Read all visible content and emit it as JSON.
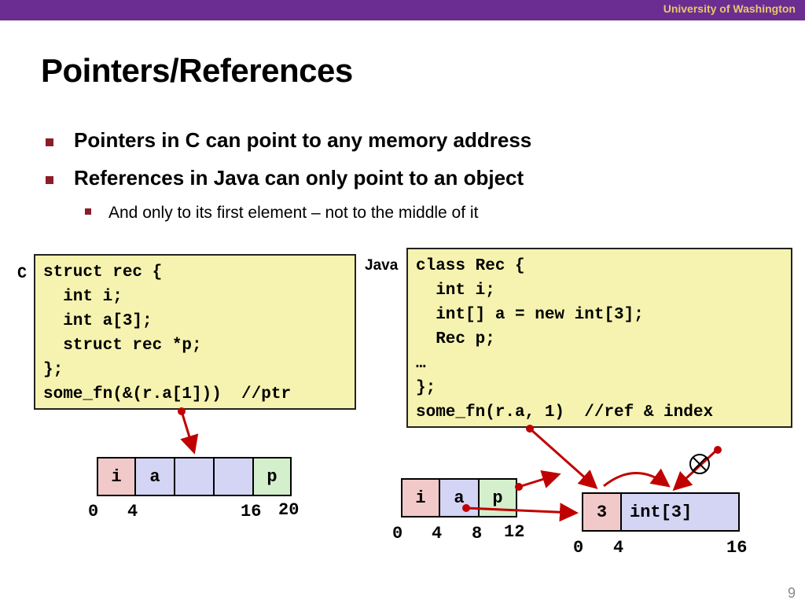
{
  "header": {
    "institution": "University of Washington"
  },
  "title": "Pointers/References",
  "bullets": [
    {
      "text": "Pointers in C can point to any memory address"
    },
    {
      "text": "References in Java can only point to an object"
    },
    {
      "text": "And only to its first element – not to the middle of it"
    }
  ],
  "c_panel": {
    "label": "C",
    "code": [
      "struct rec {",
      "  int i;",
      "  int a[3];",
      "  struct rec *p;",
      "};",
      "some_fn(&(r.a[1]))  //ptr"
    ],
    "cells": [
      "i",
      "a",
      "",
      "",
      "p"
    ],
    "offsets": [
      "0",
      "4",
      "16",
      "20"
    ]
  },
  "java_panel": {
    "label": "Java",
    "code": [
      "class Rec {",
      "  int i;",
      "  int[] a = new int[3];",
      "  Rec p;",
      "…",
      "};",
      "some_fn(r.a, 1)  //ref & index"
    ],
    "obj_cells": [
      "i",
      "a",
      "p"
    ],
    "obj_offsets": [
      "0",
      "4",
      "8",
      "12"
    ],
    "arr_cells": [
      "3",
      "int[3]"
    ],
    "arr_offsets": [
      "0",
      "4",
      "16"
    ]
  },
  "icons": {
    "no_symbol": "no-entry-icon"
  },
  "colors": {
    "header_bar": "#6b2d91",
    "header_text": "#e8c86a",
    "arrow": "#c00000",
    "code_bg": "#f6f3b0"
  },
  "page_number": "9"
}
